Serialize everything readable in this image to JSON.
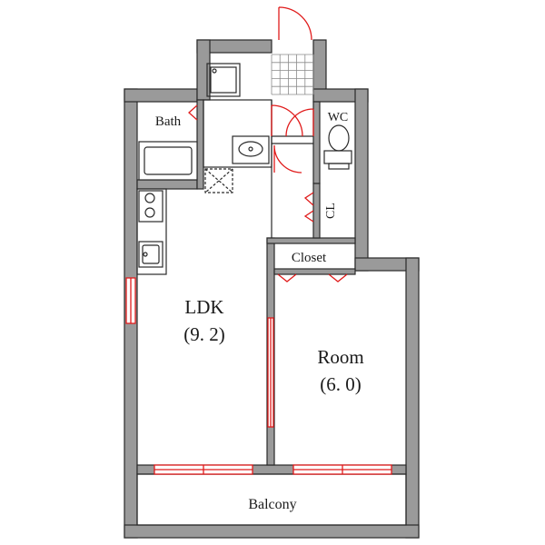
{
  "floorplan": {
    "rooms": {
      "ldk": {
        "name": "LDK",
        "size": "(9. 2)"
      },
      "room": {
        "name": "Room",
        "size": "(6. 0)"
      },
      "bath": {
        "name": "Bath"
      },
      "wc": {
        "name": "WC"
      },
      "cl": {
        "name": "CL"
      },
      "closet": {
        "name": "Closet"
      },
      "balcony": {
        "name": "Balcony"
      }
    },
    "colors": {
      "wall": "#9a9a9a",
      "outline": "#2a2a2a",
      "openings": "#e01b1b",
      "background": "#ffffff"
    }
  }
}
